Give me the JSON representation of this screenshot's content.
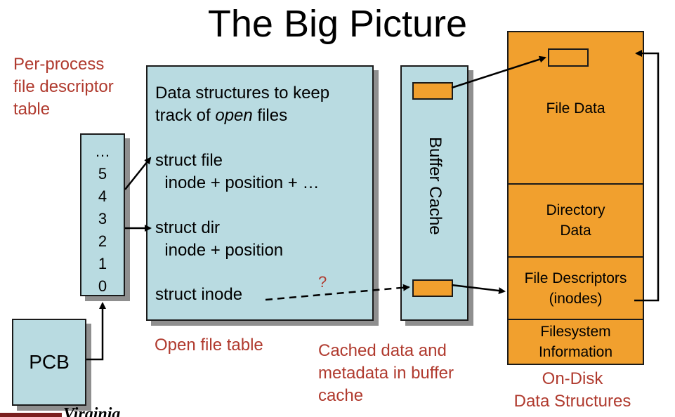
{
  "title": "The Big Picture",
  "labels": {
    "per_process": "Per-process\nfile descriptor\ntable",
    "open_file_table": "Open file table",
    "cached": "Cached data and\nmetadata in buffer\ncache",
    "on_disk": "On-Disk\nData Structures",
    "question": "?"
  },
  "fd_table": [
    "…",
    "5",
    "4",
    "3",
    "2",
    "1",
    "0"
  ],
  "pcb": "PCB",
  "open_file_table": {
    "intro": "Data structures to keep\ntrack of ",
    "intro_emph": "open",
    "intro_tail": " files",
    "struct_file": "struct file\n  inode + position + …",
    "struct_dir": "struct dir\n  inode + position",
    "struct_inode": "struct inode"
  },
  "buffer_cache": "Buffer Cache",
  "disk": {
    "file_data": "File Data",
    "directory_data": "Directory\nData",
    "file_descriptors": "File Descriptors\n(inodes)",
    "fs_info": "Filesystem\nInformation"
  },
  "footer_logo": "Virginia",
  "colors": {
    "panel_blue": "#b9dbe1",
    "disk_orange": "#f1a02e",
    "caption_red": "#b03a2e"
  }
}
